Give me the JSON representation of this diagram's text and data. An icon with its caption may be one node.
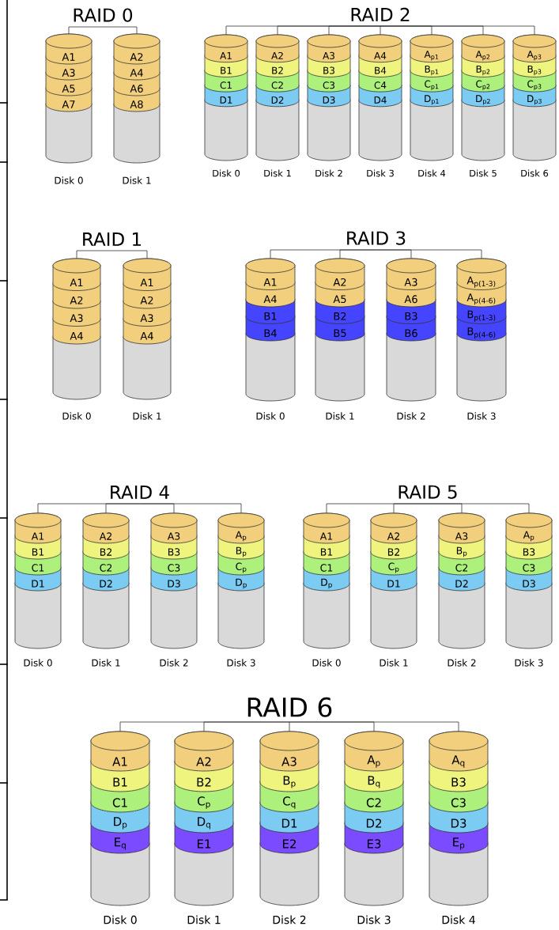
{
  "diagram": {
    "nodes": [
      {
        "text": [
          "RAID 0"
        ]
      },
      {
        "text": [
          "A1",
          "A3",
          "A5",
          "A7"
        ],
        "beside": [
          "Disk 0"
        ]
      },
      {
        "text": [
          "A2",
          "A4",
          "A6",
          "A8"
        ],
        "beside": [
          "Disk 1"
        ]
      },
      {
        "text": [
          "RAID 2"
        ]
      },
      {
        "text": [
          "A1",
          "B1",
          "C1",
          "D1"
        ],
        "beside": [
          "Disk 0"
        ]
      },
      {
        "text": [
          "A2",
          "B2",
          "C2",
          "D2"
        ],
        "beside": [
          "Disk 1"
        ]
      },
      {
        "text": [
          "A3",
          "B3",
          "C3",
          "D3"
        ],
        "beside": [
          "Disk 2"
        ]
      },
      {
        "text": [
          "A4",
          "B4",
          "C4",
          "D4"
        ],
        "beside": [
          "Disk 3"
        ]
      },
      {
        "text": [
          "A$_{p1}$",
          "B$_{p1}$",
          "C$_{p1}$",
          "D$_{p1}$"
        ],
        "beside": [
          "Disk 4"
        ]
      },
      {
        "text": [
          "A$_{p2}$",
          "B$_{p2}$",
          "C$_{p2}$",
          "D$_{p2}$"
        ],
        "beside": [
          "Disk 5"
        ]
      },
      {
        "text": [
          "A$_{p3}$",
          "B$_{p3}$",
          "C$_{p3}$",
          "D$_{p3}$"
        ],
        "beside": [
          "Disk 6"
        ]
      },
      {
        "text": [
          "RAID 1"
        ]
      },
      {
        "text": [
          "A1",
          "A2",
          "A3",
          "A4"
        ],
        "beside": [
          "Disk 0"
        ]
      },
      {
        "text": [
          "A1",
          "A2",
          "A3",
          "A4"
        ],
        "beside": [
          "Disk 1"
        ]
      },
      {
        "text": [
          "RAID 3"
        ]
      },
      {
        "text": [
          "A1",
          "A4",
          "B1",
          "B4"
        ],
        "beside": [
          "Disk 0"
        ]
      },
      {
        "text": [
          "A2",
          "A5",
          "B2",
          "B5"
        ],
        "beside": [
          "Disk 1"
        ]
      },
      {
        "text": [
          "A3",
          "A6",
          "B3",
          "B6"
        ],
        "beside": [
          "Disk 2"
        ]
      },
      {
        "text": [
          "A$_{p(1-3)}$",
          "A$_{p(4-6)}$",
          "B$_{p(1-3)}$",
          "B$_{p(4-6)}$"
        ],
        "beside": [
          "Disk 3"
        ]
      },
      {
        "text": [
          "RAID 4"
        ]
      },
      {
        "text": [
          "A1",
          "B1",
          "C1",
          "D1"
        ],
        "beside": [
          "Disk 0"
        ]
      },
      {
        "text": [
          "A2",
          "B2",
          "C2",
          "D2"
        ],
        "beside": [
          "Disk 1"
        ]
      },
      {
        "text": [
          "A3",
          "B3",
          "C3",
          "D3"
        ],
        "beside": [
          "Disk 2"
        ]
      },
      {
        "text": [
          "A$_{p}$",
          "B$_{p}$",
          "C$_{p}$",
          "D$_{p}$"
        ],
        "beside": [
          "Disk 3"
        ]
      },
      {
        "text": [
          "RAID 5"
        ]
      },
      {
        "text": [
          "A1",
          "B1",
          "C1",
          "D$_{p}$"
        ],
        "beside": [
          "Disk 0"
        ]
      },
      {
        "text": [
          "A2",
          "B2",
          "C$_{p}$",
          "D1"
        ],
        "beside": [
          "Disk 1"
        ]
      },
      {
        "text": [
          "A3",
          "B$_{p}$",
          "C2",
          "D2"
        ],
        "beside": [
          "Disk 2"
        ]
      },
      {
        "text": [
          "A$_{p}$",
          "B3",
          "C3",
          "D3"
        ],
        "beside": [
          "Disk 3"
        ]
      },
      {
        "text": [
          "RAID 6"
        ]
      },
      {
        "text": [
          "A1",
          "B1",
          "C1",
          "D$_{p}$",
          "E$_{q}$"
        ],
        "beside": [
          "Disk 0"
        ]
      },
      {
        "text": [
          "A2",
          "B2",
          "C$_{p}$",
          "D$_{q}$",
          "E1"
        ],
        "beside": [
          "Disk 1"
        ]
      },
      {
        "text": [
          "A3",
          "B$_{p}$",
          "C$_{q}$",
          "D1",
          "E2"
        ],
        "beside": [
          "Disk 2"
        ]
      },
      {
        "text": [
          "A$_{p}$",
          "B$_{q}$",
          "C2",
          "D2",
          "E3"
        ],
        "beside": [
          "Disk 3"
        ]
      },
      {
        "text": [
          "A$_{q}$",
          "B3",
          "C3",
          "D3",
          "E$_{p}$"
        ],
        "beside": [
          "Disk 4"
        ]
      }
    ],
    "edges": [
      {
        "from": 0,
        "to": 1,
        "arrow": "none"
      },
      {
        "from": 0,
        "to": 2,
        "arrow": "none"
      },
      {
        "from": 3,
        "to": 4,
        "arrow": "none"
      },
      {
        "from": 3,
        "to": 5,
        "arrow": "none"
      },
      {
        "from": 3,
        "to": 6,
        "arrow": "none"
      },
      {
        "from": 3,
        "to": 7,
        "arrow": "none"
      },
      {
        "from": 3,
        "to": 8,
        "arrow": "none"
      },
      {
        "from": 3,
        "to": 9,
        "arrow": "none"
      },
      {
        "from": 3,
        "to": 10,
        "arrow": "none"
      },
      {
        "from": 11,
        "to": 12,
        "arrow": "none"
      },
      {
        "from": 11,
        "to": 13,
        "arrow": "none"
      },
      {
        "from": 14,
        "to": 15,
        "arrow": "none"
      },
      {
        "from": 14,
        "to": 16,
        "arrow": "none"
      },
      {
        "from": 14,
        "to": 17,
        "arrow": "none"
      },
      {
        "from": 14,
        "to": 18,
        "arrow": "none"
      },
      {
        "from": 19,
        "to": 20,
        "arrow": "none"
      },
      {
        "from": 19,
        "to": 21,
        "arrow": "none"
      },
      {
        "from": 19,
        "to": 22,
        "arrow": "none"
      },
      {
        "from": 19,
        "to": 23,
        "arrow": "none"
      },
      {
        "from": 24,
        "to": 25,
        "arrow": "none"
      },
      {
        "from": 24,
        "to": 26,
        "arrow": "none"
      },
      {
        "from": 24,
        "to": 27,
        "arrow": "none"
      },
      {
        "from": 24,
        "to": 28,
        "arrow": "none"
      },
      {
        "from": 29,
        "to": 30,
        "arrow": "none"
      },
      {
        "from": 29,
        "to": 31,
        "arrow": "none"
      },
      {
        "from": 29,
        "to": 32,
        "arrow": "none"
      },
      {
        "from": 29,
        "to": 33,
        "arrow": "none"
      },
      {
        "from": 29,
        "to": 34,
        "arrow": "none"
      }
    ]
  }
}
